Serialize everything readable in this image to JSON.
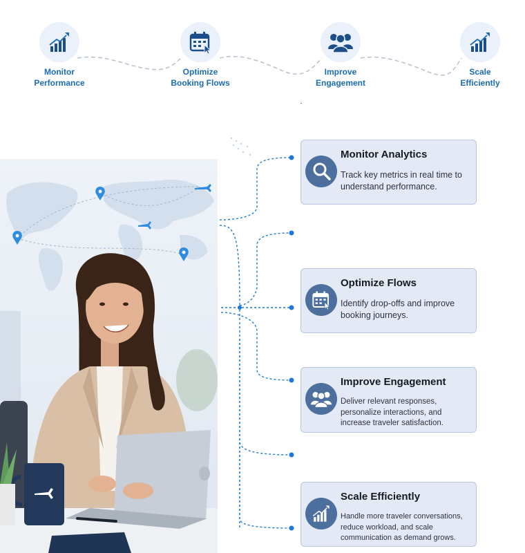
{
  "steps": [
    {
      "line1": "Monitor",
      "line2": "Performance",
      "icon": "rocket-growth-icon"
    },
    {
      "line1": "Optimize",
      "line2": "Booking Flows",
      "icon": "calendar-cursor-icon"
    },
    {
      "line1": "Improve",
      "line2": "Engagement",
      "icon": "users-group-icon"
    },
    {
      "line1": "Scale",
      "line2": "Efficiently",
      "icon": "rocket-growth-icon"
    }
  ],
  "cards": [
    {
      "title": "Monitor Analytics",
      "desc": "Track key metrics in real time to understand performance.",
      "icon": "magnifier-icon"
    },
    {
      "title": "Optimize Flows",
      "desc": "Identify drop-offs and improve booking journeys.",
      "icon": "calendar-cursor-icon"
    },
    {
      "title": "Improve Engagement",
      "desc": "Deliver relevant responses, personalize interactions, and increase traveler satisfaction.",
      "icon": "users-group-icon"
    },
    {
      "title": "Scale Efficiently",
      "desc": "Handle more traveler conversations, reduce workload, and scale communication as demand grows.",
      "icon": "rocket-growth-icon"
    }
  ],
  "colors": {
    "accent": "#1b6cb5",
    "step_circle": "#eaf1fb",
    "card_bg": "#e3eaf6",
    "card_border": "#b7c7e2",
    "card_icon": "#4c6f9e",
    "connector": "#1e78d4"
  }
}
